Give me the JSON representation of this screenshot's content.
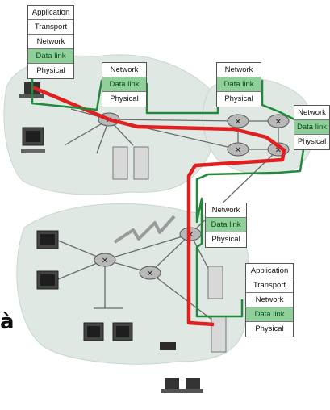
{
  "stacks": {
    "source": {
      "l1": "Application",
      "l2": "Transport",
      "l3": "Network",
      "l4": "Data link",
      "l5": "Physical"
    },
    "router1": {
      "l1": "Network",
      "l2": "Data link",
      "l3": "Physical"
    },
    "router2": {
      "l1": "Network",
      "l2": "Data link",
      "l3": "Physical"
    },
    "router3": {
      "l1": "Network",
      "l2": "Data link",
      "l3": "Physical"
    },
    "router4": {
      "l1": "Network",
      "l2": "Data link",
      "l3": "Physical"
    },
    "destination": {
      "l1": "Application",
      "l2": "Transport",
      "l3": "Network",
      "l4": "Data link",
      "l5": "Physical"
    }
  },
  "side_glyph": "à",
  "colors": {
    "highlight": "#8fcf9a",
    "network_cloud": "#dfe8e2",
    "path_red": "#e02020",
    "path_green": "#1f8a3a"
  }
}
